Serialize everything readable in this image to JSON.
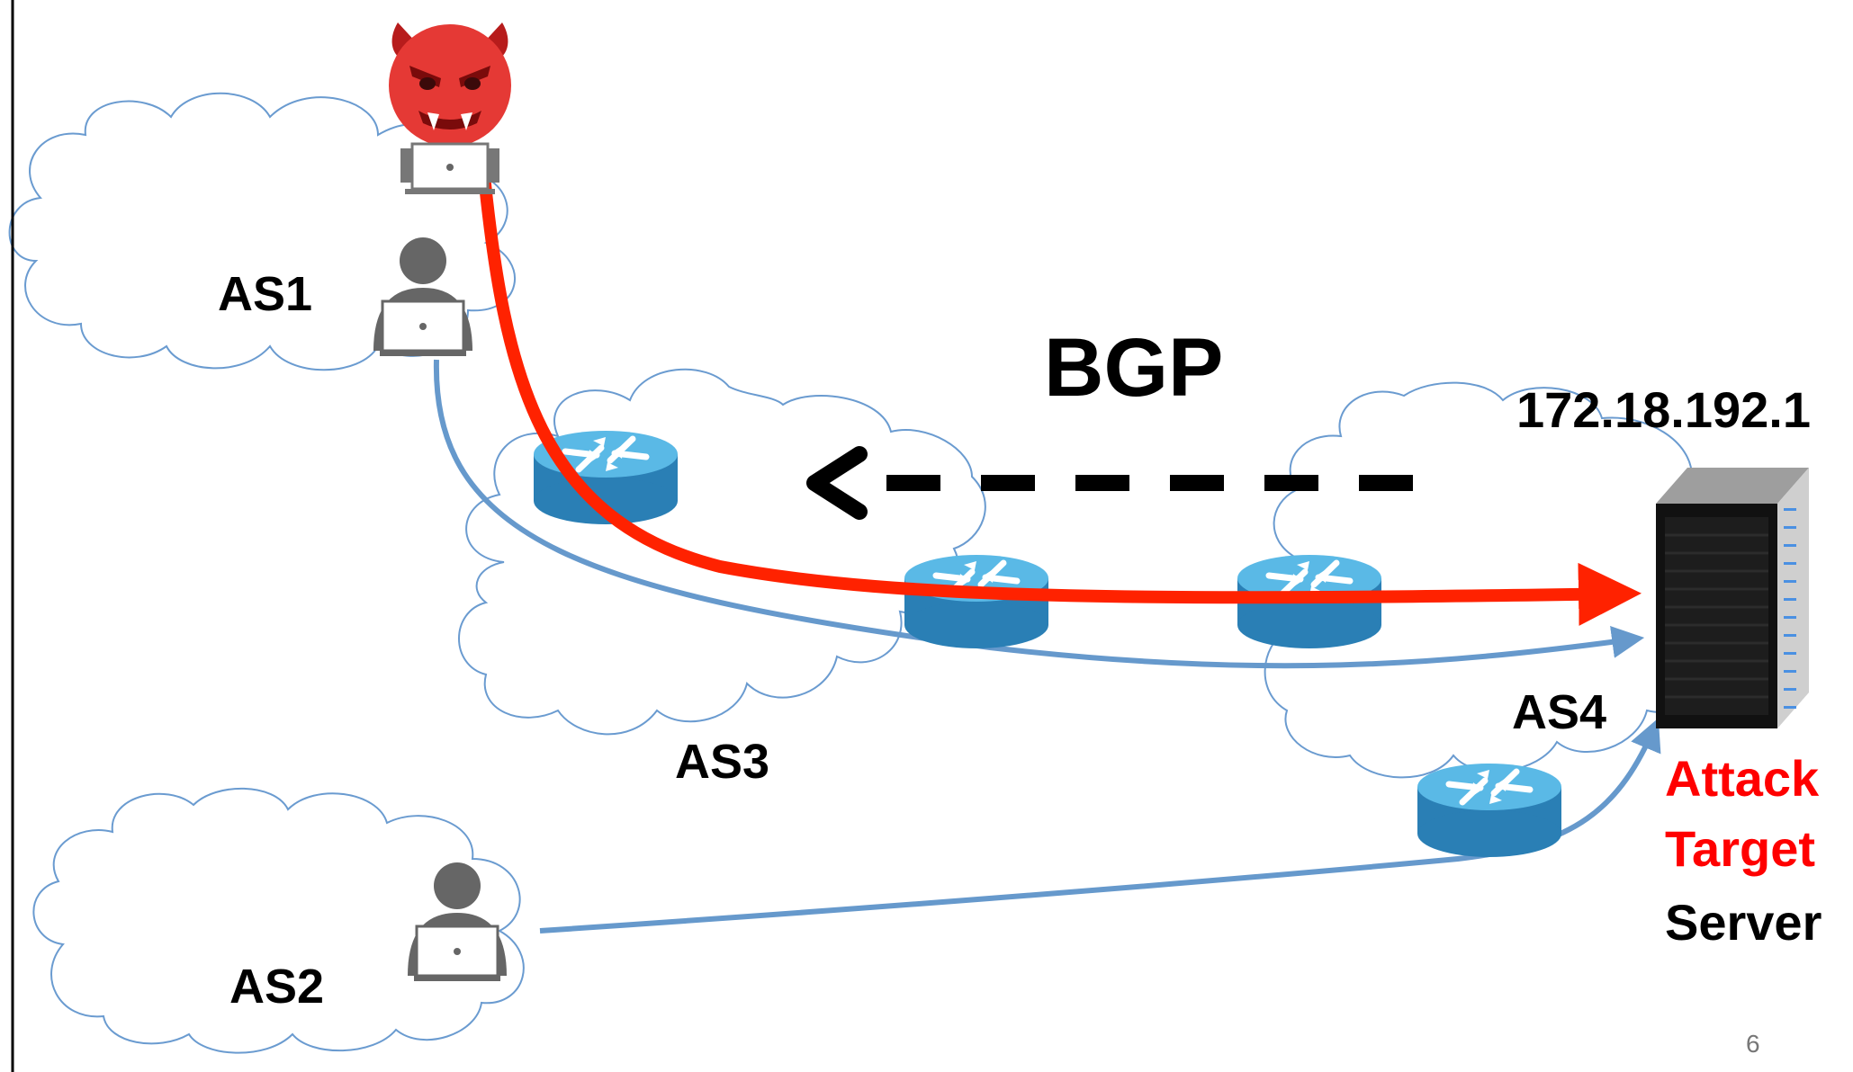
{
  "labels": {
    "as1": "AS1",
    "as2": "AS2",
    "as3": "AS3",
    "as4": "AS4",
    "protocol": "BGP",
    "ip": "172.18.192.1",
    "target_line1": "Attack",
    "target_line2": "Target",
    "target_line3": "Server",
    "page_number": "6"
  },
  "colors": {
    "attack_path": "#ff2200",
    "normal_path": "#6699cc",
    "cloud_outline": "#6a9bd0",
    "router_top": "#5ab9e6",
    "router_side": "#2a7fb5",
    "attack_text": "#ff0000",
    "devil": "#e53935"
  },
  "icons": [
    "devil-icon",
    "laptop-user-icon",
    "router-icon",
    "server-rack-icon"
  ]
}
